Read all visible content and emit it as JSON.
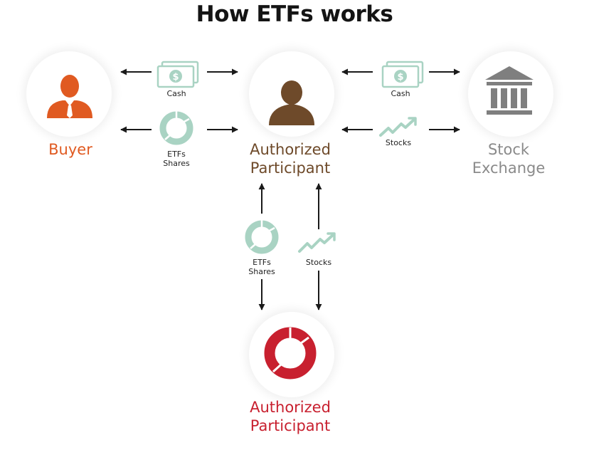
{
  "title": "How ETFs works",
  "nodes": {
    "buyer": {
      "label": "Buyer"
    },
    "ap_top": {
      "line1": "Authorized",
      "line2": "Participant"
    },
    "exchange": {
      "line1": "Stock",
      "line2": "Exchange"
    },
    "ap_bottom": {
      "line1": "Authorized",
      "line2": "Participant"
    }
  },
  "flows": {
    "cash_left": "Cash",
    "etf_left_line1": "ETFs",
    "etf_left_line2": "Shares",
    "cash_right": "Cash",
    "stocks_right": "Stocks",
    "etf_vertical_line1": "ETFs",
    "etf_vertical_line2": "Shares",
    "stocks_vertical": "Stocks"
  },
  "colors": {
    "buyer": "#e05a21",
    "ap_top": "#6e4a2a",
    "exchange": "#8a8a8a",
    "ap_bottom": "#c8202f",
    "flow_icon": "#a9d3c3",
    "arrow": "#1a1a1a"
  },
  "icons": {
    "buyer": "businessman-icon",
    "ap_top": "person-icon",
    "exchange": "bank-building-icon",
    "ap_bottom": "donut-chart-icon",
    "cash": "cash-bill-icon",
    "etf": "donut-chart-icon",
    "stocks": "trend-up-icon"
  }
}
